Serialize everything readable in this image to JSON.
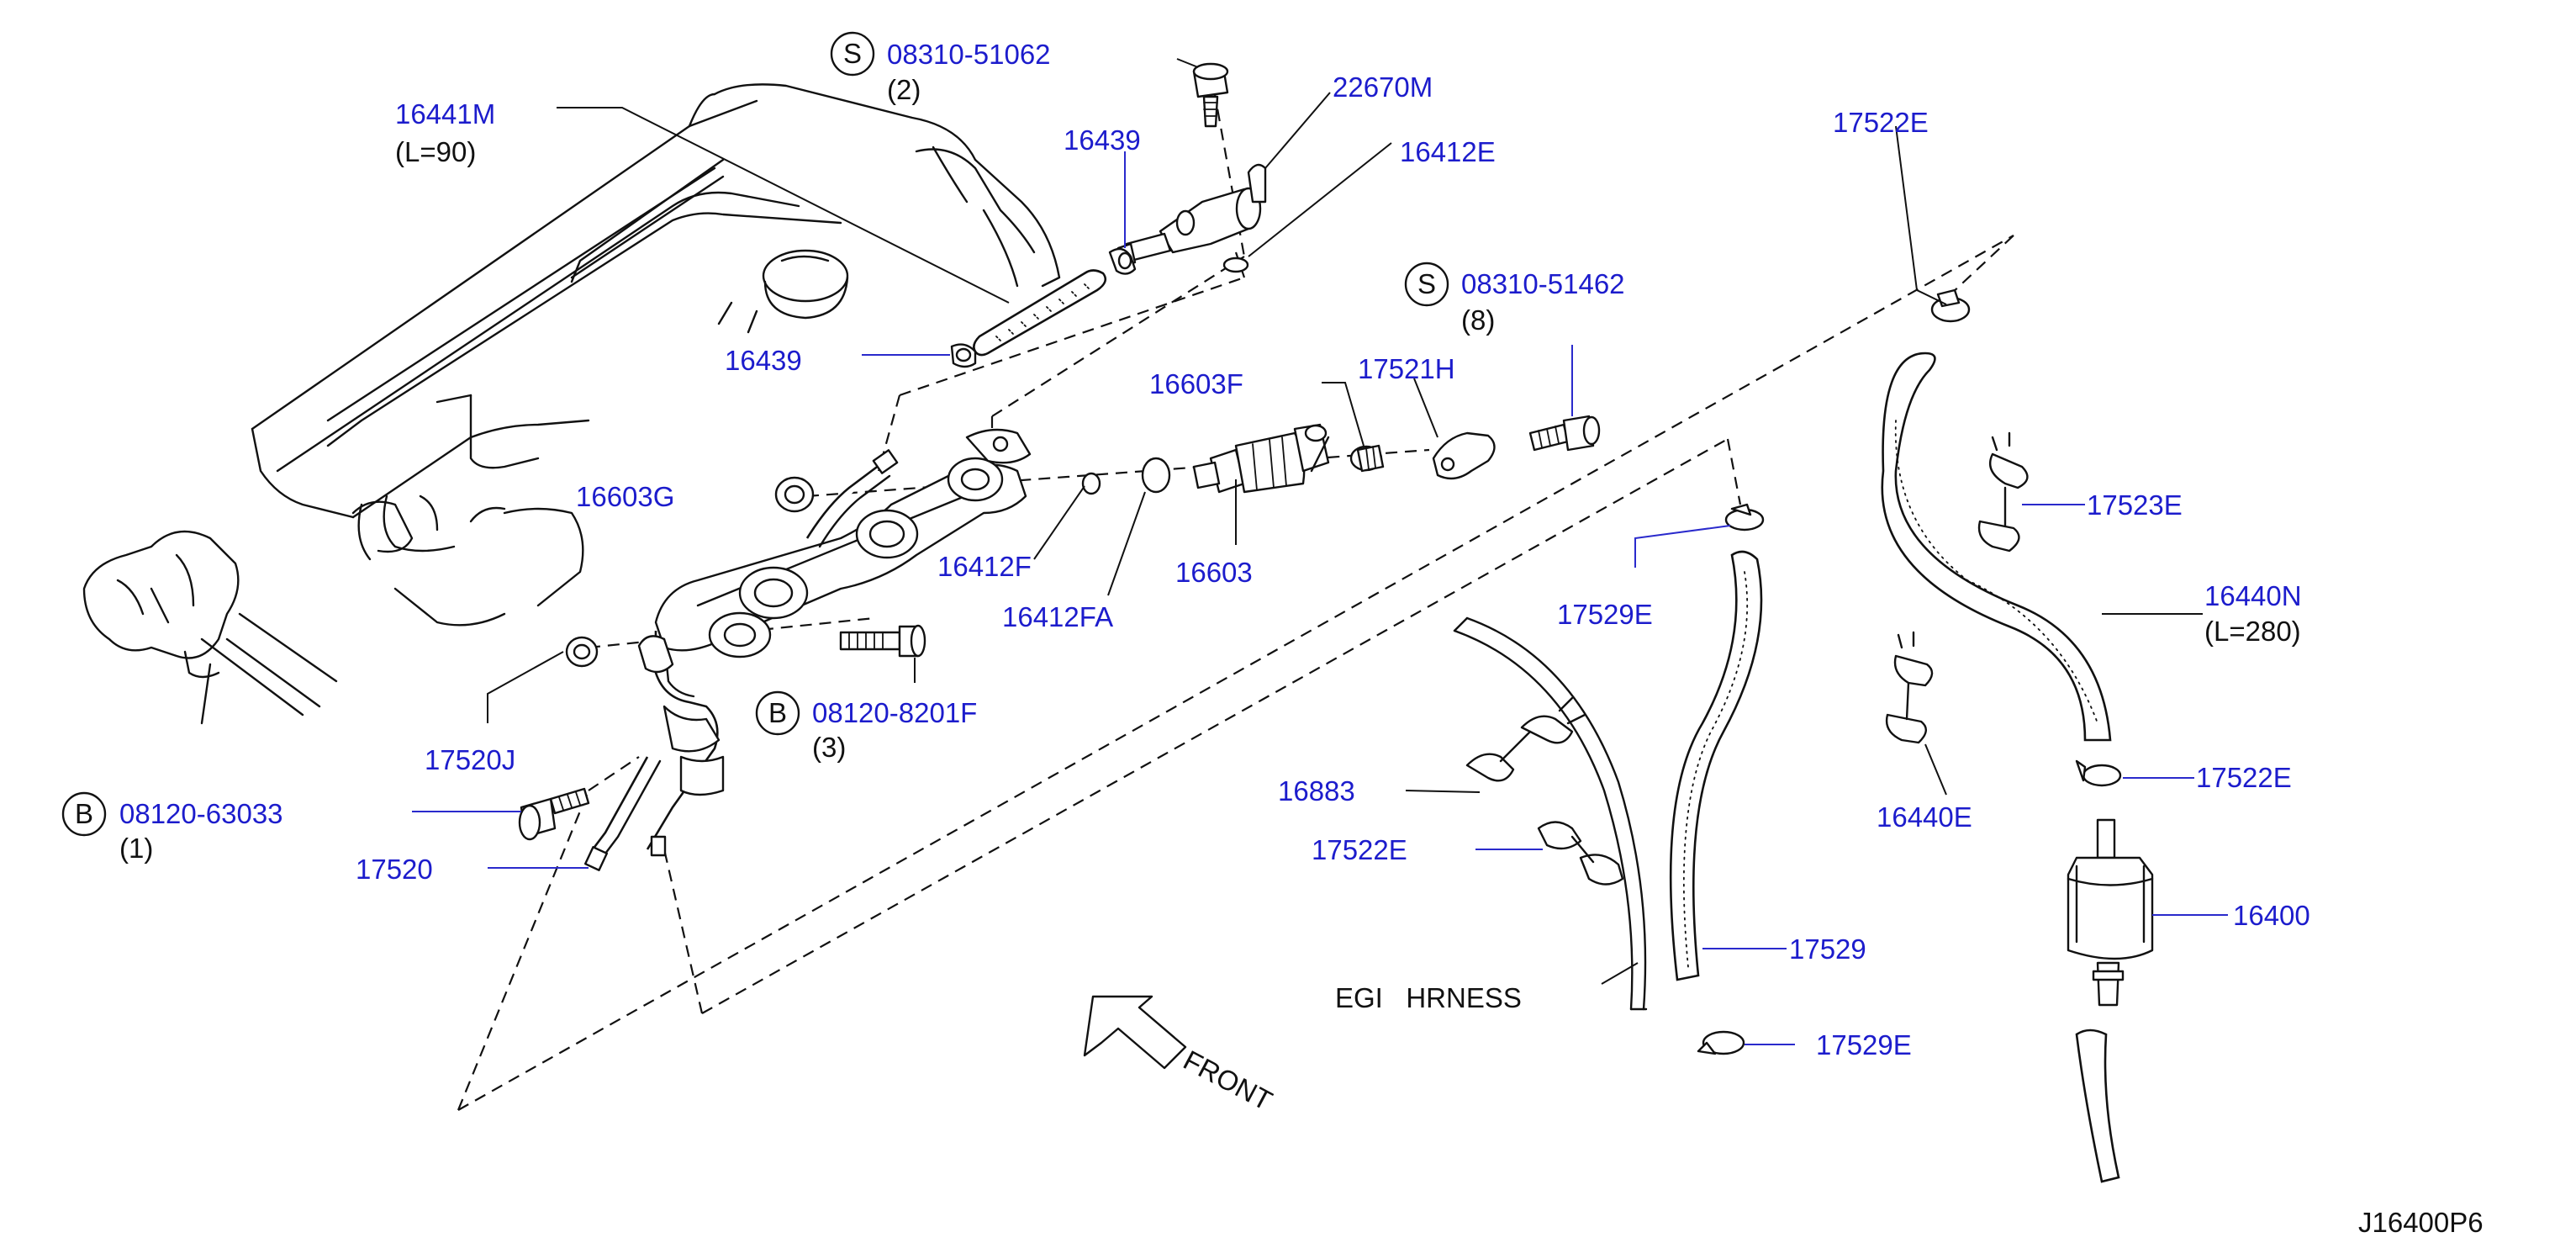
{
  "diagram_id": "J16400P6",
  "labels": {
    "p16441M": "16441M",
    "p16441M_len": "(L=90)",
    "s08310_51062": "08310-51062",
    "s08310_51062_qty": "(2)",
    "p16439_top": "16439",
    "p22670M": "22670M",
    "p16412E": "16412E",
    "p16439_mid": "16439",
    "s08310_51462": "08310-51462",
    "s08310_51462_qty": "(8)",
    "p17521H": "17521H",
    "p16603F": "16603F",
    "p16603G": "16603G",
    "p16412F": "16412F",
    "p16603": "16603",
    "p16412FA": "16412FA",
    "b08120_8201F": "08120-8201F",
    "b08120_8201F_qty": "(3)",
    "p17520J": "17520J",
    "b08120_63033": "08120-63033",
    "b08120_63033_qty": "(1)",
    "p17520": "17520",
    "p17522E_top": "17522E",
    "p17523E": "17523E",
    "p16440N": "16440N",
    "p16440N_len": "(L=280)",
    "p17529E_top": "17529E",
    "p16440E": "16440E",
    "p17522E_right": "17522E",
    "p16400": "16400",
    "p16883": "16883",
    "p17522E_left": "17522E",
    "p17529": "17529",
    "p17529E_bot": "17529E",
    "egi_harness": "EGI   HRNESS",
    "front": "FRONT"
  },
  "symbols": {
    "s": "S",
    "b": "B"
  },
  "colors": {
    "part_number": "#1c1ccc",
    "line_art": "#111111"
  }
}
